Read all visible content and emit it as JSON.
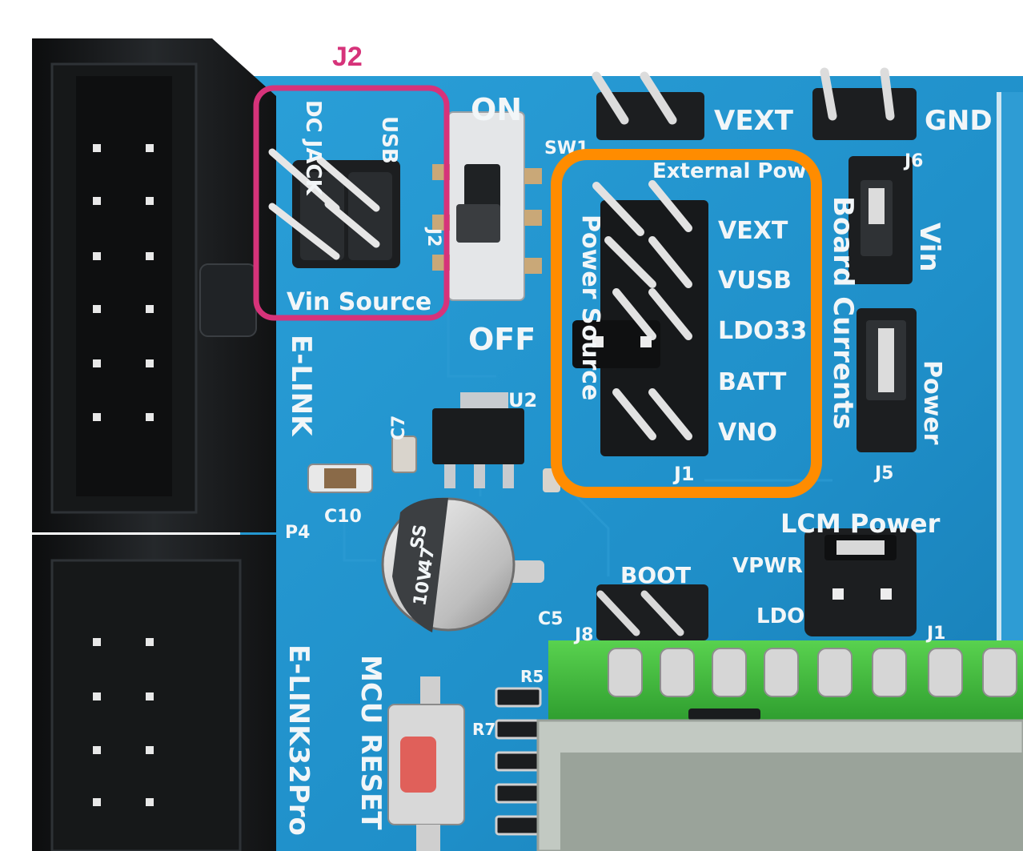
{
  "callouts": {
    "j2_label": "J2",
    "j2_color": "#d6337a",
    "j1_color": "#ff8c00"
  },
  "silkscreen": {
    "dc_jack": "DC JACK",
    "usb": "USB",
    "vin_source": "Vin Source",
    "j2": "J2",
    "on": "ON",
    "off": "OFF",
    "sw1": "SW1",
    "vext_top": "VEXT",
    "gnd": "GND",
    "j6": "J6",
    "external_power": "External Pow",
    "power_source": "Power Source",
    "vext": "VEXT",
    "vusb": "VUSB",
    "ldo33": "LDO33",
    "batt": "BATT",
    "vno": "VNO",
    "j1": "J1",
    "board_currents": "Board Currents",
    "vin": "Vin",
    "power": "Power",
    "j5": "J5",
    "e_link": "E-LINK",
    "e_link32pro": "E-LINK32Pro",
    "p4": "P4",
    "c10": "C10",
    "c7": "C7",
    "u2": "U2",
    "c5": "C5",
    "cap_line1": "SS",
    "cap_line2": "47",
    "cap_line3": "10V",
    "boot": "BOOT",
    "j8": "J8",
    "lcm_power": "LCM Power",
    "vpwr": "VPWR",
    "ldo": "LDO",
    "j1_bottom": "J1",
    "mcu_reset": "MCU RESET",
    "r5": "R5",
    "r7": "R7"
  },
  "colors": {
    "pcb_blue": "#1f8fc9",
    "silkscreen": "#f2f6f8",
    "connector_black": "#1b1d1f",
    "header_green": "#3fbf3f",
    "lcd_gray": "#9aa39a"
  }
}
